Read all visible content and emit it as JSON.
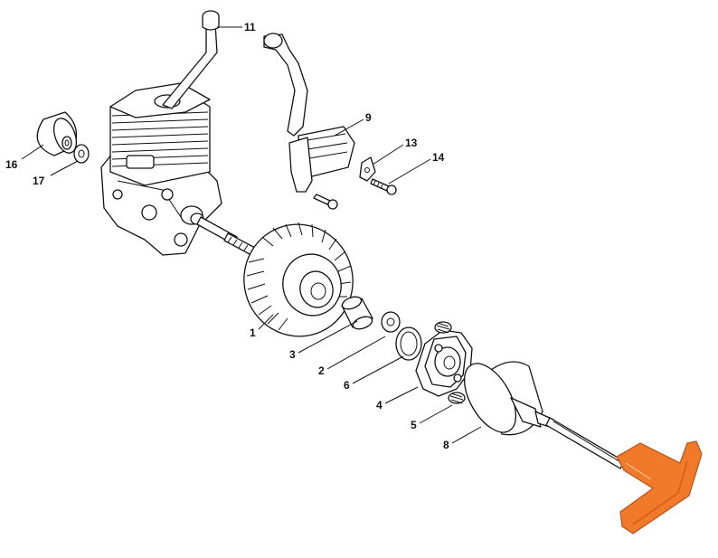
{
  "labels": {
    "p1": "1",
    "p2": "2",
    "p3": "3",
    "p4": "4",
    "p5": "5",
    "p6": "6",
    "p8": "8",
    "p9": "9",
    "p11": "11",
    "p13": "13",
    "p14": "14",
    "p16": "16",
    "p17": "17"
  },
  "colors": {
    "line": "#111111",
    "handle": "#f07a2a",
    "handle_shade": "#d9621c",
    "background": "#ffffff"
  }
}
